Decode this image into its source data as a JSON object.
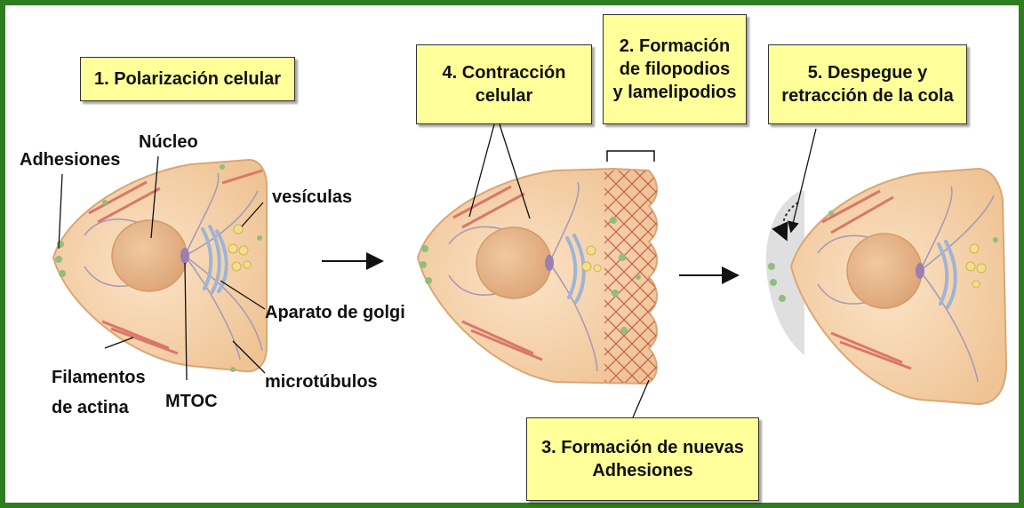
{
  "steps": {
    "step1": "1. Polarización celular",
    "step2": "2. Formación\nde filopodios\ny lamelipodios",
    "step3": "3. Formación de nuevas\nAdhesiones",
    "step4": "4. Contracción\ncelular",
    "step5": "5. Despegue y\nretracción de la cola"
  },
  "labels": {
    "adhesiones": "Adhesiones",
    "nucleo": "Núcleo",
    "vesiculas": "vesículas",
    "golgi": "Aparato de golgi",
    "filamentos": "Filamentos\nde actina",
    "mtoc": "MTOC",
    "microtubulos": "microtúbulos"
  },
  "colors": {
    "frame": "#2e7d1f",
    "box_fill": "#ffff99",
    "cell_fill": "#f4d3ac",
    "nucleus": "#eab98a",
    "actin": "#d9776a",
    "adhesion": "#8fbf7a",
    "golgi": "#9eb4d8",
    "vesicle": "#f3df8c",
    "mesh": "#c0504d"
  }
}
